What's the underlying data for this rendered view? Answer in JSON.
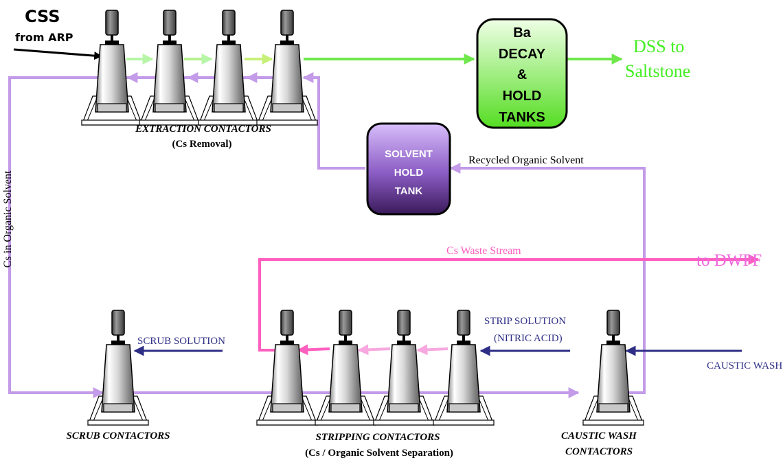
{
  "feed": {
    "line1": "CSS",
    "line2": "from ARP"
  },
  "outputs": {
    "dss_line1": "DSS to",
    "dss_line2": "Saltstone",
    "dwpf": "to DWPF"
  },
  "tanks": {
    "decay": [
      "Ba",
      "DECAY",
      "&",
      "HOLD",
      "TANKS"
    ],
    "solvent": [
      "SOLVENT",
      "HOLD",
      "TANK"
    ]
  },
  "streams": {
    "recycled": "Recycled Organic Solvent",
    "cs_waste": "Cs Waste Stream",
    "cs_organic": "Cs in Organic Solvent",
    "scrub_solution": "SCRUB SOLUTION",
    "strip_solution_line1": "STRIP SOLUTION",
    "strip_solution_line2": "(NITRIC ACID)",
    "caustic_wash": "CAUSTIC WASH"
  },
  "contactor_groups": {
    "extraction": {
      "title": "EXTRACTION CONTACTORS",
      "subtitle": "(Cs Removal)"
    },
    "scrub": {
      "title": "SCRUB CONTACTORS"
    },
    "stripping": {
      "title": "STRIPPING CONTACTORS",
      "subtitle": "(Cs / Organic Solvent Separation)"
    },
    "caustic": {
      "title_line1": "CAUSTIC WASH",
      "title_line2": "CONTACTORS"
    }
  },
  "colors": {
    "organic": "#c39be8",
    "aqueous_green": "#6ee84a",
    "waste_pink": "#ff5fbf",
    "navy": "#2e2e86",
    "dss_text": "#44ee22",
    "dwpf_text": "#ee66dd",
    "decay_fill_top": "#efffe6",
    "decay_fill_bottom": "#55dd22",
    "solvent_fill_top": "#d8bdfb",
    "solvent_fill_bottom": "#3a1a5a"
  }
}
